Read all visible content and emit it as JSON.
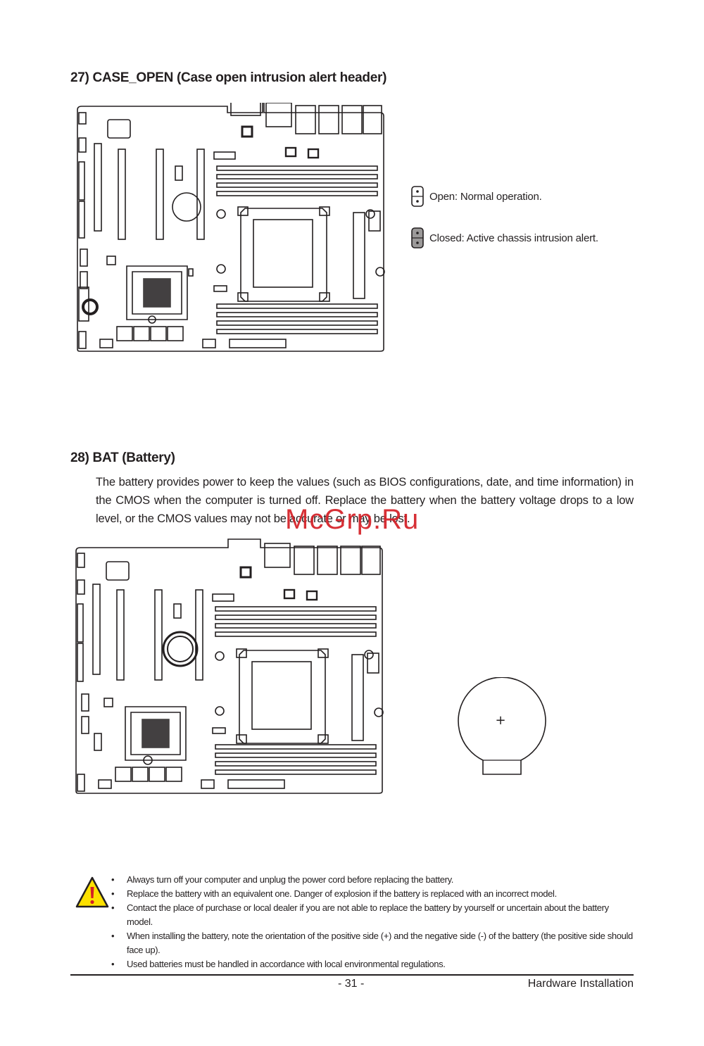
{
  "section27": {
    "title": "27) CASE_OPEN (Case open intrusion alert header)",
    "legend": [
      {
        "label": "Open: Normal operation."
      },
      {
        "label": "Closed: Active chassis intrusion alert."
      }
    ]
  },
  "section28": {
    "title": "28) BAT (Battery)",
    "paragraph": "The battery provides power to keep the values (such as BIOS configurations, date, and time information) in the CMOS when the computer is turned off. Replace the battery when the battery voltage drops to a low level, or the CMOS values may not be accurate or may be lost.",
    "battery_symbol": "+"
  },
  "watermark": "McGrp.Ru",
  "warnings": [
    "Always turn off your computer and unplug the power cord before replacing the battery.",
    "Replace the battery with an equivalent one. Danger of explosion if the battery is replaced with an incorrect model.",
    "Contact the place of purchase or local dealer if you are not able to replace the battery by yourself or uncertain about the battery model.",
    "When installing the battery, note the orientation of the positive side (+) and the negative side (-) of the battery (the positive side should face up).",
    "Used batteries must be handled in accordance with local environmental regulations."
  ],
  "footer": {
    "page_number": "- 31 -",
    "section_name": "Hardware Installation"
  },
  "colors": {
    "text": "#231f20",
    "watermark": "#d41f26",
    "warning_yellow": "#fde100",
    "warning_mark": "#d41f26"
  },
  "icons": [
    "warning-triangle-icon",
    "jumper-open-icon",
    "jumper-closed-icon"
  ]
}
